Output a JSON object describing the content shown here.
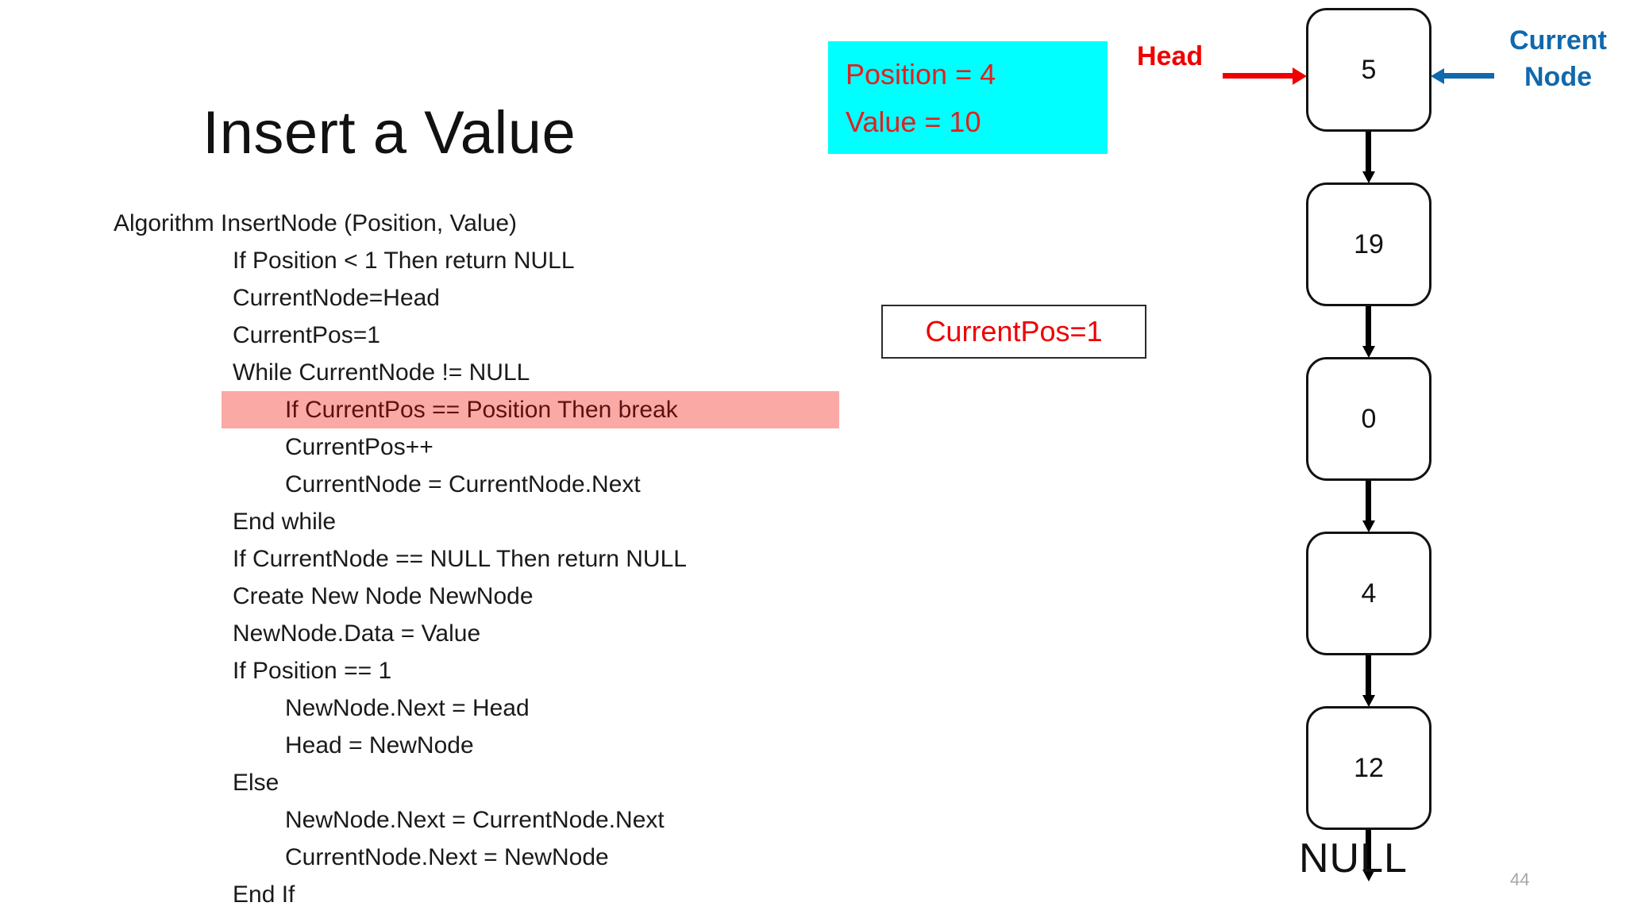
{
  "slide": {
    "title": "Insert a Value",
    "number": "44"
  },
  "algorithm": {
    "lines": [
      {
        "text": "Algorithm InsertNode (Position, Value)",
        "indent": 0,
        "highlight": false
      },
      {
        "text": "If Position < 1 Then return NULL",
        "indent": 1,
        "highlight": false
      },
      {
        "text": "CurrentNode=Head",
        "indent": 1,
        "highlight": false
      },
      {
        "text": "CurrentPos=1",
        "indent": 1,
        "highlight": false
      },
      {
        "text": "While CurrentNode != NULL",
        "indent": 1,
        "highlight": false
      },
      {
        "text": "If CurrentPos == Position Then break",
        "indent": 2,
        "highlight": true
      },
      {
        "text": "CurrentPos++",
        "indent": 2,
        "highlight": false
      },
      {
        "text": "CurrentNode = CurrentNode.Next",
        "indent": 2,
        "highlight": false
      },
      {
        "text": "End while",
        "indent": 1,
        "highlight": false
      },
      {
        "text": "If CurrentNode == NULL Then return NULL",
        "indent": 1,
        "highlight": false
      },
      {
        "text": "Create New Node NewNode",
        "indent": 1,
        "highlight": false
      },
      {
        "text": "NewNode.Data = Value",
        "indent": 1,
        "highlight": false
      },
      {
        "text": "If Position == 1",
        "indent": 1,
        "highlight": false
      },
      {
        "text": "NewNode.Next = Head",
        "indent": 2,
        "highlight": false
      },
      {
        "text": "Head = NewNode",
        "indent": 2,
        "highlight": false
      },
      {
        "text": "Else",
        "indent": 1,
        "highlight": false
      },
      {
        "text": "NewNode.Next = CurrentNode.Next",
        "indent": 2,
        "highlight": false
      },
      {
        "text": "CurrentNode.Next = NewNode",
        "indent": 2,
        "highlight": false
      },
      {
        "text": "End If",
        "indent": 1,
        "highlight": false
      }
    ]
  },
  "param_box": {
    "line1": "Position = 4",
    "line2": "Value = 10",
    "background_color": "#00FFFF",
    "text_color": "#E02020"
  },
  "currentpos_box": {
    "text": "CurrentPos=1",
    "text_color": "#EF0000",
    "border_color": "#2B2B2B"
  },
  "pointers": {
    "head": {
      "label": "Head",
      "color": "#EF0000"
    },
    "current_node": {
      "label_line1": "Current",
      "label_line2": "Node",
      "color": "#1068AD"
    }
  },
  "linked_list": {
    "nodes": [
      {
        "value": "5"
      },
      {
        "value": "19"
      },
      {
        "value": "0"
      },
      {
        "value": "4"
      },
      {
        "value": "12"
      }
    ],
    "terminator": "NULL"
  }
}
